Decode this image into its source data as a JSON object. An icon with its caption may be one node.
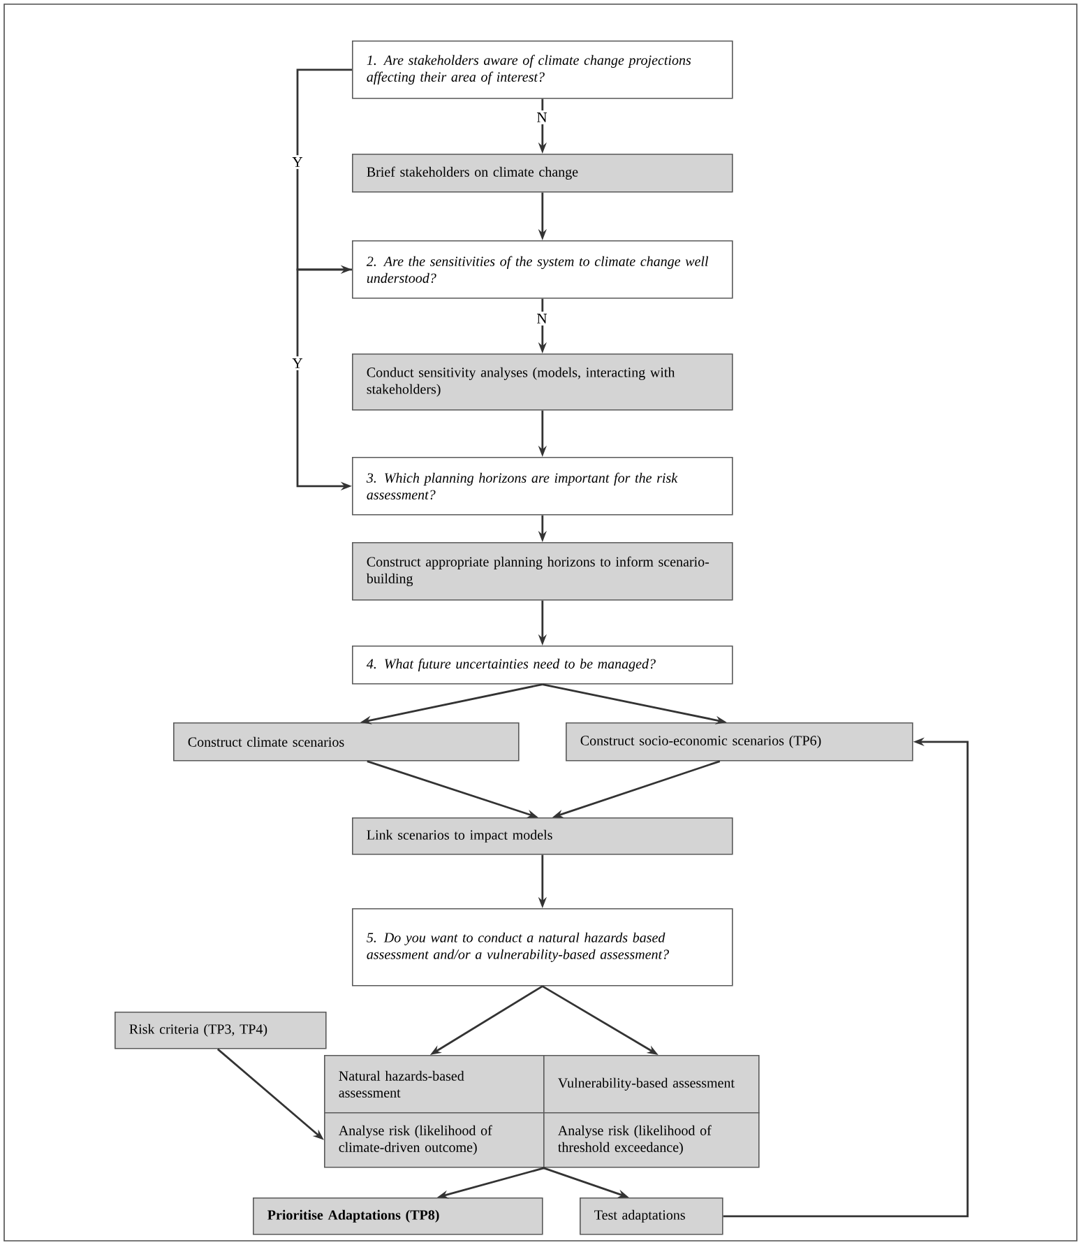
{
  "diagram": {
    "nodes": [
      {
        "text": [
          "1. Are stakeholders aware of climate change projections affecting their area of interest?"
        ]
      },
      {
        "text": [
          "Brief stakeholders on climate change"
        ]
      },
      {
        "text": [
          "2. Are the sensitivities of the system to climate change well understood?"
        ]
      },
      {
        "text": [
          "Conduct sensitivity analyses (models, interacting with stakeholders)"
        ]
      },
      {
        "text": [
          "3. Which planning horizons are important for the risk assessment?"
        ]
      },
      {
        "text": [
          "Construct appropriate planning horizons to inform scenario-building"
        ]
      },
      {
        "text": [
          "4. What future uncertainties need to be managed?"
        ]
      },
      {
        "text": [
          "Construct climate scenarios"
        ]
      },
      {
        "text": [
          "Construct socio-economic scenarios (TP6)"
        ]
      },
      {
        "text": [
          "Link scenarios to impact models"
        ]
      },
      {
        "text": [
          "5. Do you want to conduct a natural hazards based assessment and/or a vulnerability-based assessment?"
        ]
      },
      {
        "text": [
          "Risk criteria (TP3, TP4)"
        ]
      },
      {
        "text": [
          "Natural hazards-based assessment"
        ]
      },
      {
        "text": [
          "Vulnerability-based assessment"
        ]
      },
      {
        "text": [
          "Analyse risk (likelihood of climate-driven outcome)"
        ]
      },
      {
        "text": [
          "Analyse risk (likelihood of threshold exceedance)"
        ]
      },
      {
        "text": [
          "Prioritise Adaptations (TP8)"
        ]
      },
      {
        "text": [
          "Test adaptations"
        ]
      }
    ],
    "edges": [
      {
        "from": 0,
        "to": 1,
        "arrow": "to",
        "label": "N"
      },
      {
        "from": 0,
        "to": 2,
        "arrow": "to",
        "label": "Y"
      },
      {
        "from": 1,
        "to": 2,
        "arrow": "to"
      },
      {
        "from": 2,
        "to": 3,
        "arrow": "to",
        "label": "N"
      },
      {
        "from": 2,
        "to": 4,
        "arrow": "to",
        "label": "Y"
      },
      {
        "from": 3,
        "to": 4,
        "arrow": "to"
      },
      {
        "from": 4,
        "to": 5,
        "arrow": "to"
      },
      {
        "from": 5,
        "to": 6,
        "arrow": "to"
      },
      {
        "from": 6,
        "to": 7,
        "arrow": "to"
      },
      {
        "from": 6,
        "to": 8,
        "arrow": "to"
      },
      {
        "from": 7,
        "to": 9,
        "arrow": "to"
      },
      {
        "from": 8,
        "to": 9,
        "arrow": "to"
      },
      {
        "from": 9,
        "to": 10,
        "arrow": "to"
      },
      {
        "from": 10,
        "to": 12,
        "arrow": "to"
      },
      {
        "from": 10,
        "to": 13,
        "arrow": "to"
      },
      {
        "from": 11,
        "to": 14,
        "arrow": "to"
      },
      {
        "from": 14,
        "to": 16,
        "arrow": "to"
      },
      {
        "from": 15,
        "to": 17,
        "arrow": "to"
      },
      {
        "from": 17,
        "to": 8,
        "arrow": "to"
      }
    ]
  }
}
